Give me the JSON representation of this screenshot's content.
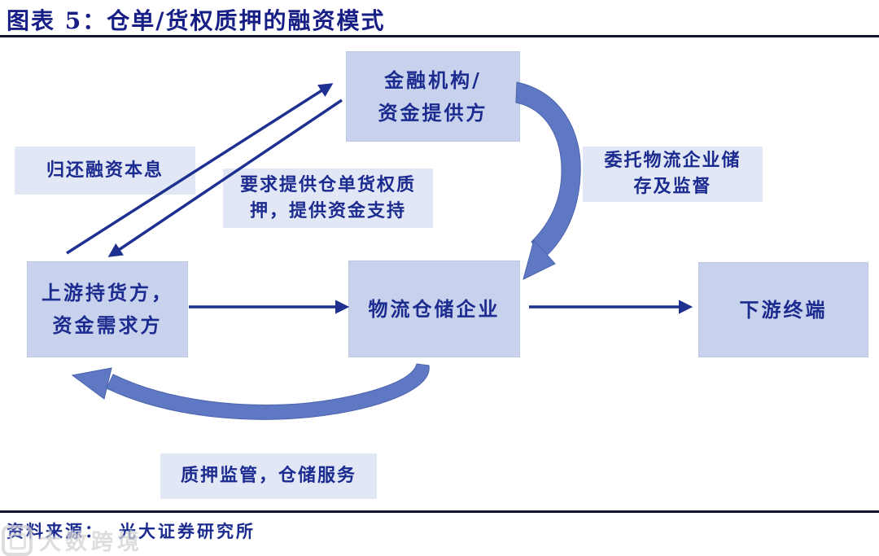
{
  "title": "图表 5：仓单/货权质押的融资模式",
  "nodes": {
    "finance": "金融机构/\n资金提供方",
    "upstream": "上游持货方，\n资金需求方",
    "logistics": "物流仓储企业",
    "downstream": "下游终端"
  },
  "edge_labels": {
    "repay": "归还融资本息",
    "pledge": "要求提供仓单货权质\n押，提供资金支持",
    "entrust": "委托物流企业储\n存及监督",
    "supervision": "质押监管，仓储服务"
  },
  "footer": {
    "source_label": "资料来源：",
    "source_text": "光大证券研究所"
  },
  "watermark": "大数跨境",
  "colors": {
    "title_navy": "#171e86",
    "text_navy": "#1b2b8f",
    "arrow_navy": "#1e3090",
    "rule_dark": "#14162f",
    "node_fill": "#c9d2ec",
    "label_fill": "#e2e7f5",
    "curve_arrow_fill": "#5e78c4",
    "background": "#ffffff",
    "watermark_gray": "#d2d2d2"
  }
}
